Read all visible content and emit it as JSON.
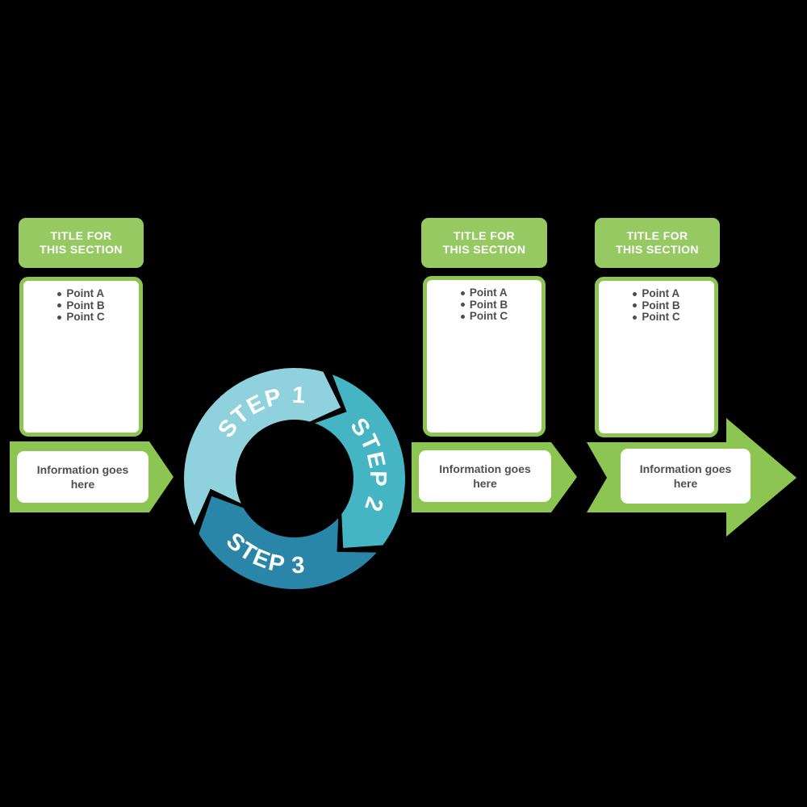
{
  "canvas": {
    "background": "#000000"
  },
  "sections": [
    {
      "title_line1": "TITLE FOR",
      "title_line2": "THIS SECTION",
      "points": [
        "Point A",
        "Point B",
        "Point C"
      ],
      "info": "Information goes here"
    },
    {
      "title_line1": "TITLE FOR",
      "title_line2": "THIS SECTION",
      "points": [
        "Point A",
        "Point B",
        "Point C"
      ],
      "info": "Information goes here"
    },
    {
      "title_line1": "TITLE FOR",
      "title_line2": "THIS SECTION",
      "points": [
        "Point A",
        "Point B",
        "Point C"
      ],
      "info": "Information goes here"
    }
  ],
  "cycle": {
    "steps": [
      {
        "label": "STEP 1",
        "color": "#8fd2de"
      },
      {
        "label": "STEP 2",
        "color": "#45b5c4"
      },
      {
        "label": "STEP 3",
        "color": "#2a86a9"
      }
    ],
    "label_color": "#ffffff"
  },
  "colors": {
    "title_box_green": "#97c963",
    "arrow_green": "#8cc551",
    "content_border_green": "#8cc551",
    "title_text": "#ffffff",
    "point_text": "#4d4d4f",
    "info_text": "#4f5052",
    "background": "#000000"
  }
}
